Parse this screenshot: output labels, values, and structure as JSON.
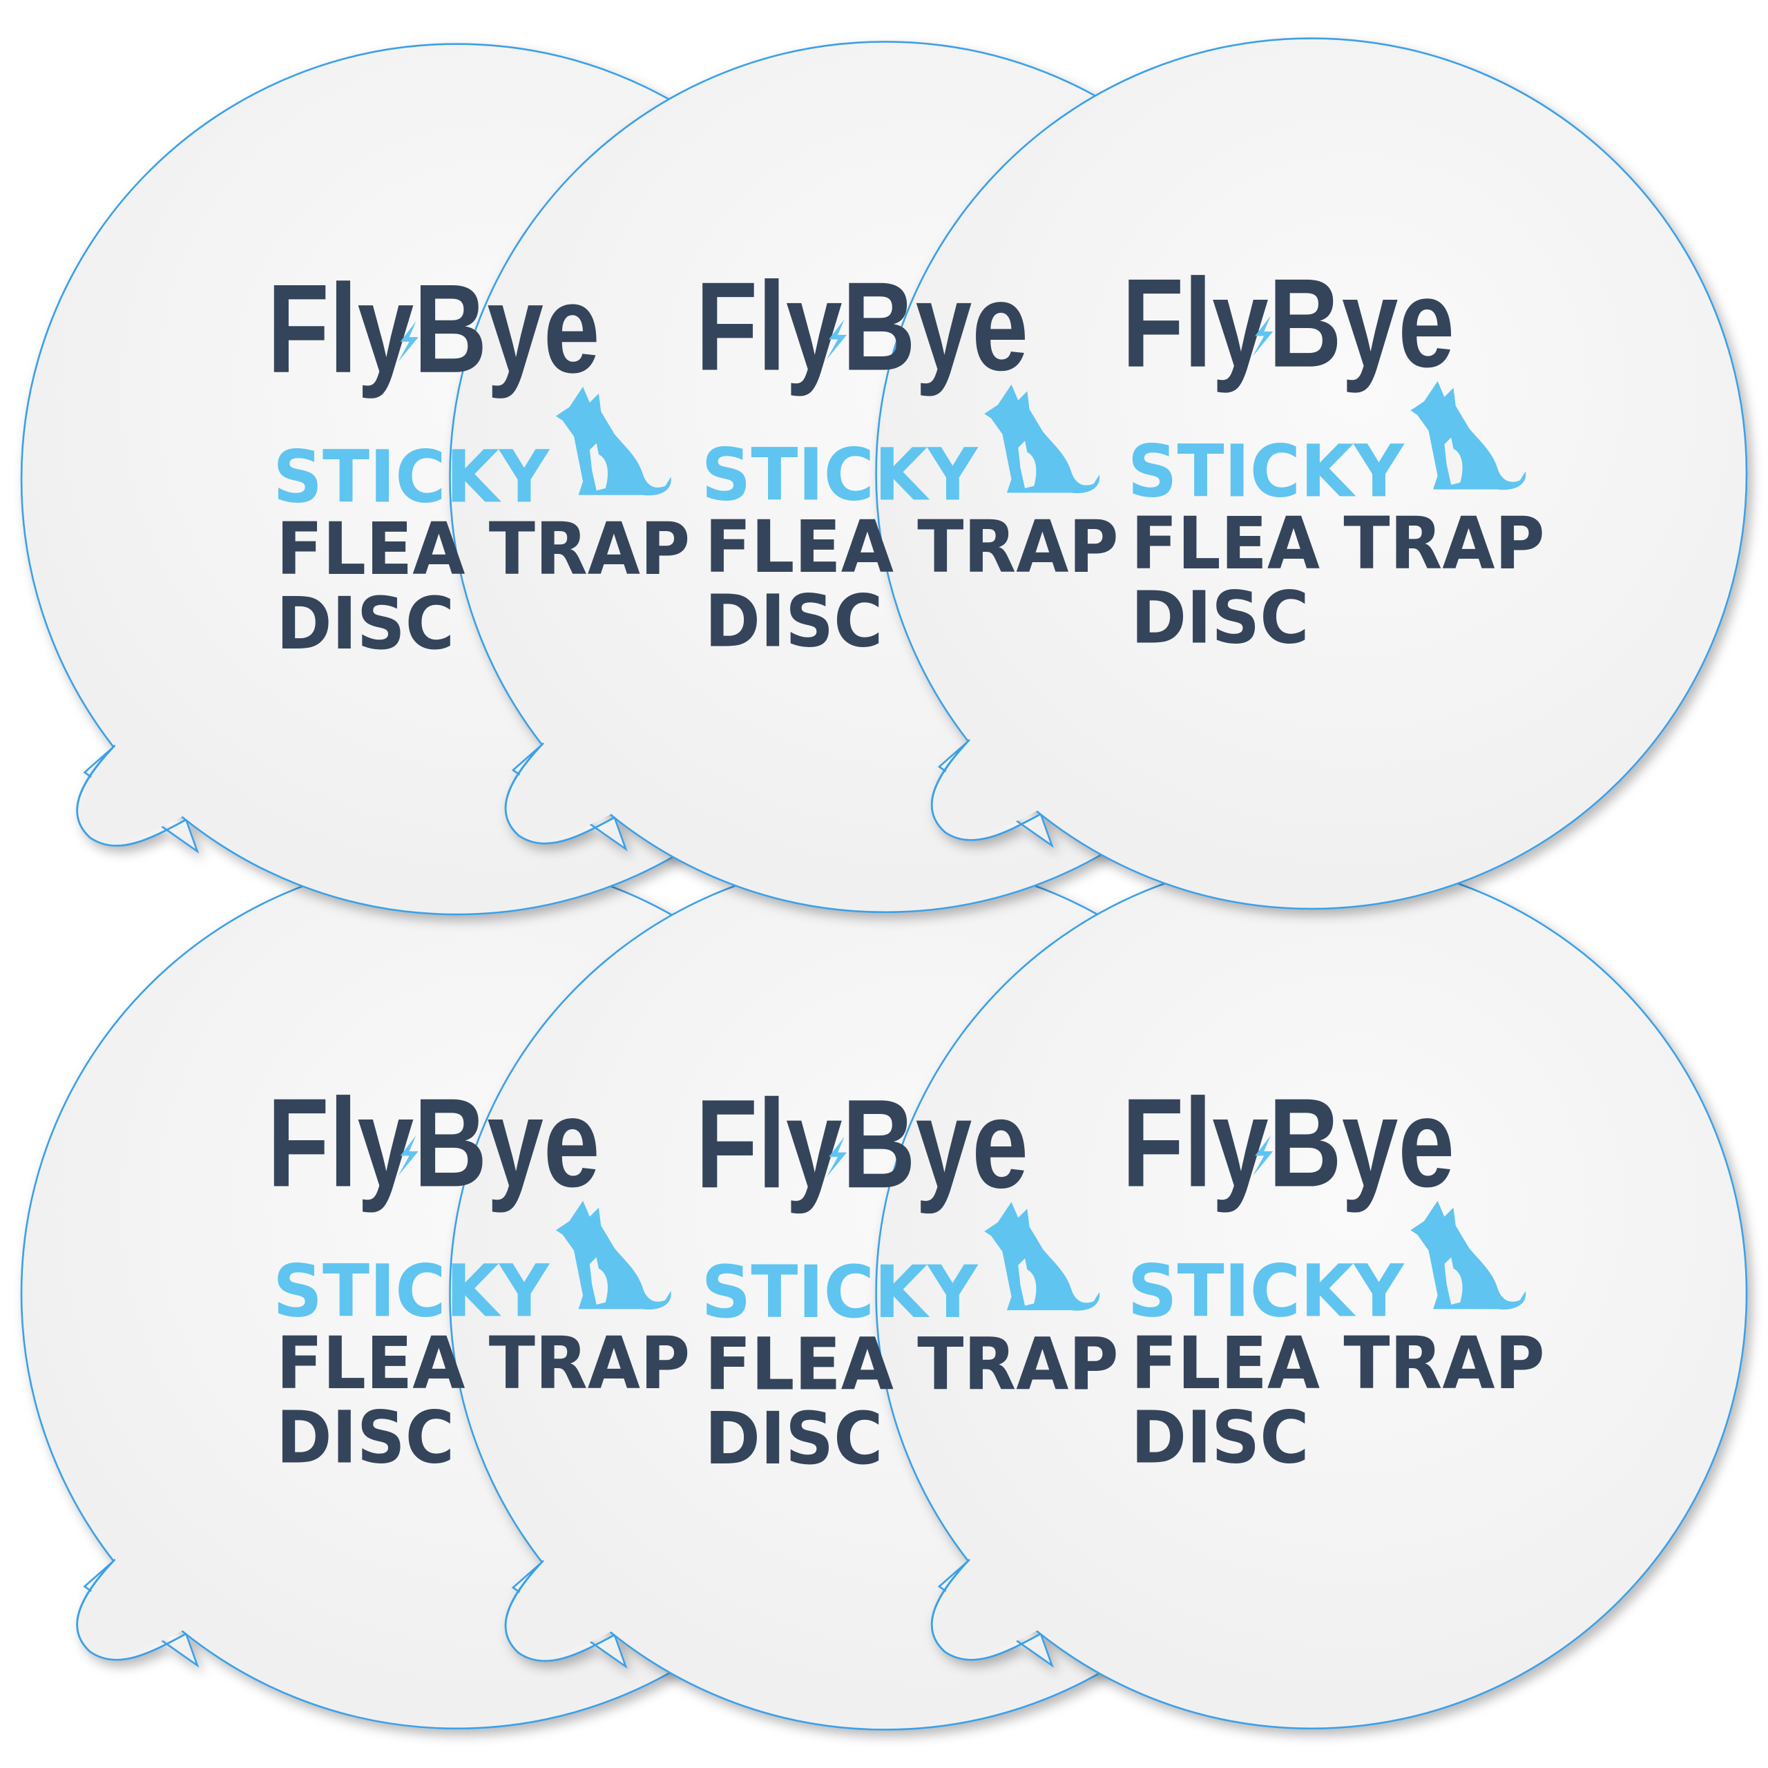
{
  "product": {
    "brand": "FlyBye",
    "line1": "STICKY",
    "line2": "FLEA TRAP",
    "line3": "DISC",
    "disc_count": 6,
    "icons": [
      "lightning-bolt-icon",
      "dog-cat-silhouette-icon"
    ]
  },
  "colors": {
    "background": "#ffffff",
    "disc_fill": "#f4f4f4",
    "disc_outline": "#3aa0e8",
    "text_dark": "#34445b",
    "accent_blue": "#5fc4f0"
  }
}
